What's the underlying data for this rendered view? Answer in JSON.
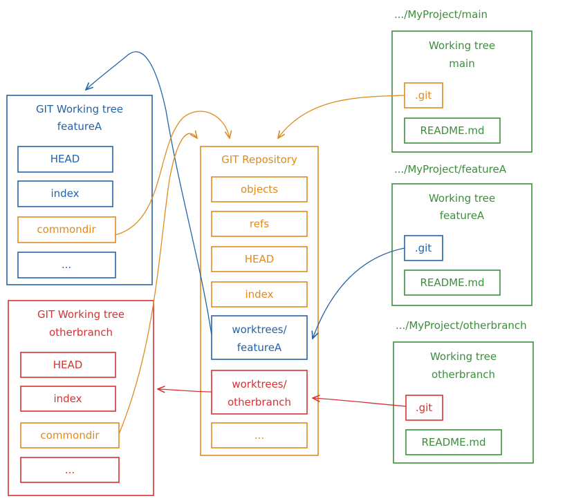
{
  "colors": {
    "blue": "#2563a8",
    "orange": "#e08a1e",
    "red": "#d93030",
    "green": "#3a8f3a"
  },
  "worktree_featureA": {
    "title_line1": "GIT Working tree",
    "title_line2": "featureA",
    "items": [
      "HEAD",
      "index",
      "commondir",
      "..."
    ]
  },
  "worktree_otherbranch": {
    "title_line1": "GIT Working tree",
    "title_line2": "otherbranch",
    "items": [
      "HEAD",
      "index",
      "commondir",
      "..."
    ]
  },
  "repository": {
    "title": "GIT Repository",
    "items": [
      "objects",
      "refs",
      "HEAD",
      "index"
    ],
    "worktree_featureA": [
      "worktrees/",
      "featureA"
    ],
    "worktree_otherbranch": [
      "worktrees/",
      "otherbranch"
    ],
    "more": "..."
  },
  "dir_main": {
    "path": ".../MyProject/main",
    "title_line1": "Working tree",
    "title_line2": "main",
    "git": ".git",
    "readme": "README.md"
  },
  "dir_featureA": {
    "path": ".../MyProject/featureA",
    "title_line1": "Working tree",
    "title_line2": "featureA",
    "git": ".git",
    "readme": "README.md"
  },
  "dir_otherbranch": {
    "path": ".../MyProject/otherbranch",
    "title_line1": "Working tree",
    "title_line2": "otherbranch",
    "git": ".git",
    "readme": "README.md"
  }
}
